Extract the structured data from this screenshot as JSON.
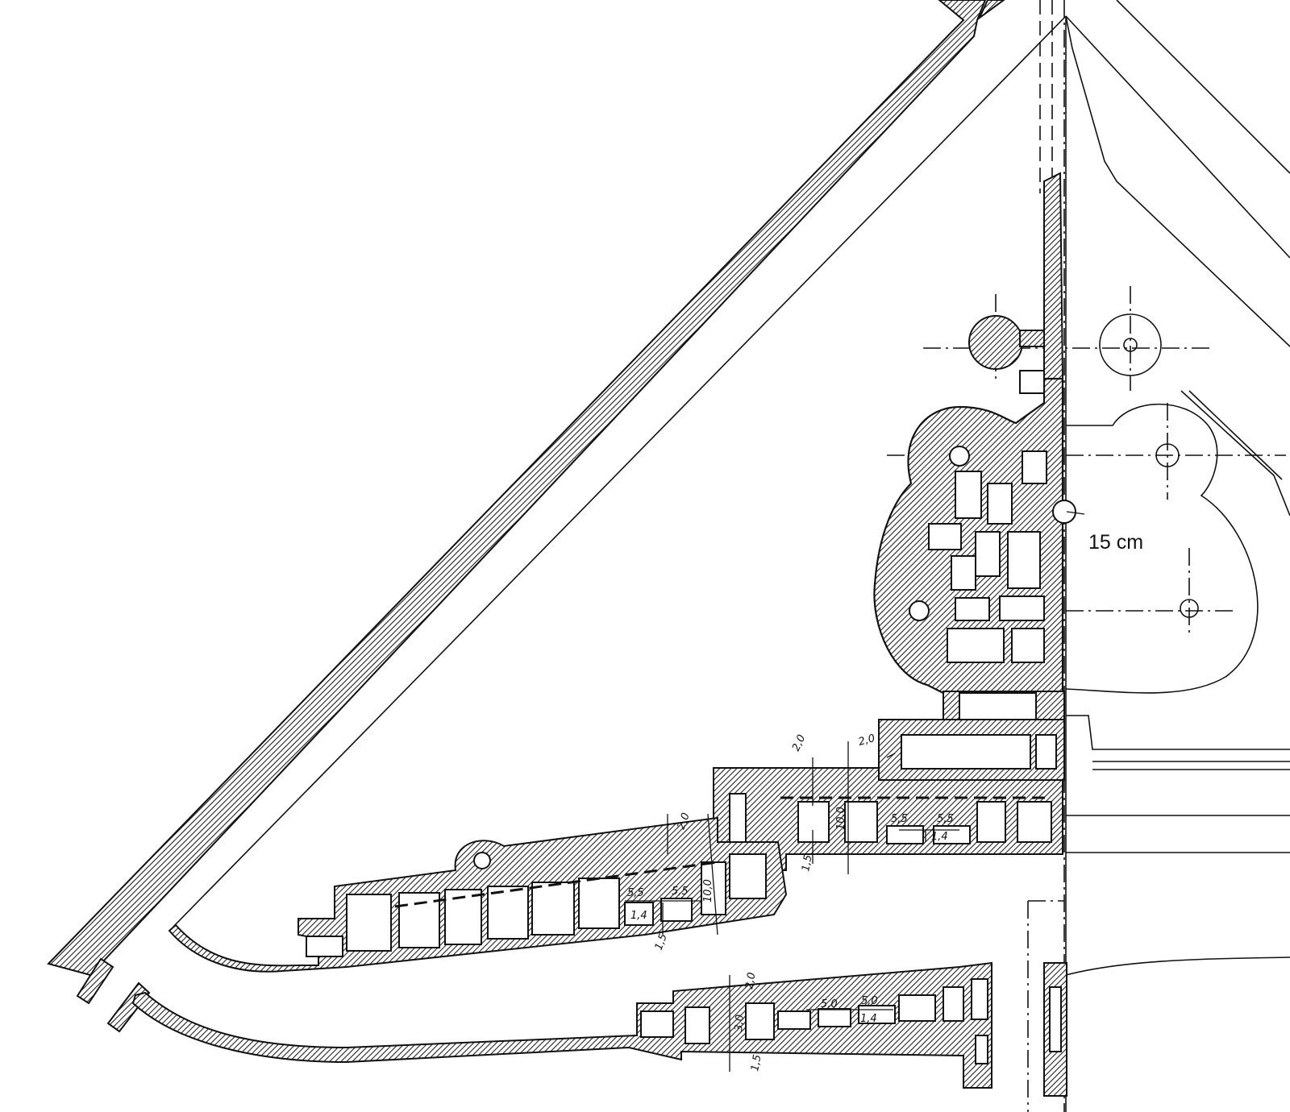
{
  "annotation": {
    "thickness": "15 cm"
  },
  "dimensions": {
    "upper_wing": {
      "d1": "2,0",
      "d2": "2,0",
      "d3": "5,5",
      "d4": "5,5",
      "d5": "1,4",
      "d6": "1,5",
      "d7": "10,0"
    },
    "lower_wing": {
      "d1": "2,0",
      "d2": "5,5",
      "d3": "5,5",
      "d4": "1,4",
      "d5": "1,5",
      "d6": "10,0"
    },
    "bottom_wing": {
      "d1": "2,0",
      "d2": "5,0",
      "d3": "5,0",
      "d4": "1,4",
      "d5": "1,5",
      "d6": "3,0"
    }
  },
  "colors": {
    "ink": "#111111",
    "hatch": "#222222",
    "paper": "#ffffff"
  }
}
